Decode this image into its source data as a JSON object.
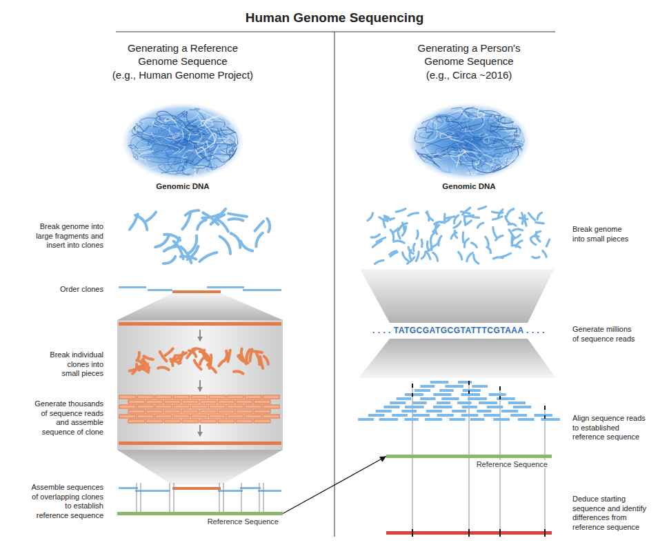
{
  "diagram": {
    "title": "Human Genome Sequencing",
    "nodes": [
      {
        "text": [
          "Reference Sequence"
        ]
      },
      {
        "text": [
          "Reference Sequence"
        ]
      }
    ],
    "edges": [
      {
        "from": 0,
        "to": 1,
        "arrow": "to"
      }
    ],
    "labels": [
      "Generating a Reference Genome Sequence",
      "(e.g., Human Genome Project)",
      "Generating a Person's Genome Sequence",
      "(e.g., Circa ~2016)",
      "Genomic DNA",
      "Genomic DNA",
      "Break genome into large fragments and insert into clones",
      "Order clones",
      "Break individual clones into small pieces",
      "Generate thousands of sequence reads and assemble sequence of clone",
      "Assemble sequences of overlapping clones to establish reference sequence",
      ". . . . TATGCGATGCGTATTTCGTAAA . . . .",
      "Break genome into small pieces",
      "Generate millions of sequence reads",
      "Align sequence reads to established reference sequence",
      "Deduce starting sequence and identify differences from reference sequence"
    ]
  }
}
